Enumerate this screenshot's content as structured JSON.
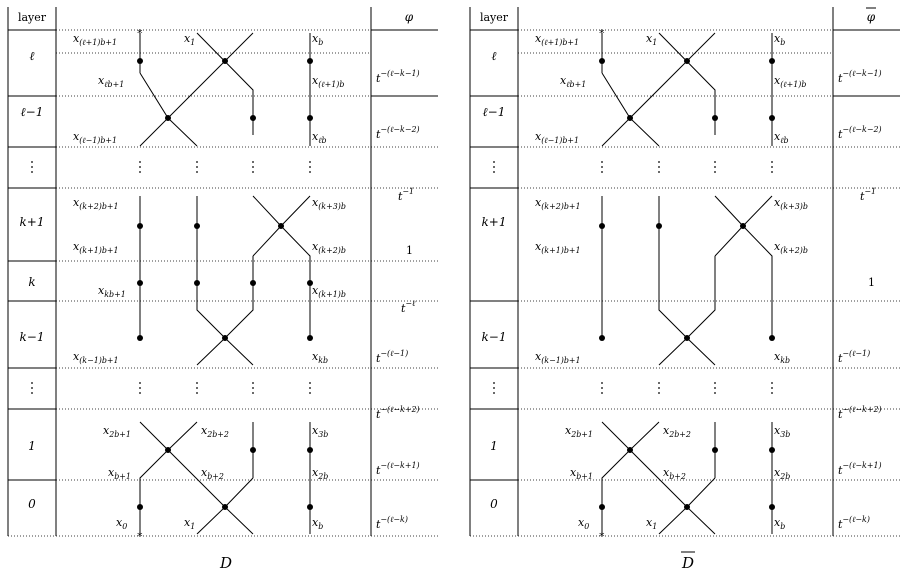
{
  "headers": {
    "layer": "layer",
    "phi": "φ",
    "phibar": "φ"
  },
  "captions": {
    "left": "D",
    "right": "D"
  },
  "layers_left": [
    "ℓ",
    "ℓ−1",
    "⋮",
    "k+1",
    "k",
    "k−1",
    "⋮",
    "1",
    "0"
  ],
  "layers_right": [
    "ℓ",
    "ℓ−1",
    "⋮",
    "k+1",
    "",
    "k−1",
    "⋮",
    "1",
    "0"
  ],
  "phi_left": [
    {
      "base": "t",
      "sup": "−(ℓ−k−1)"
    },
    {
      "base": "t",
      "sup": "−(ℓ−k−2)"
    },
    {
      "base": "t",
      "sup": "−1"
    },
    {
      "base": "1",
      "sup": ""
    },
    {
      "base": "t",
      "sup": "−ℓ"
    },
    {
      "base": "t",
      "sup": "−(ℓ−1)"
    },
    {
      "base": "t",
      "sup": "−(ℓ−k+2)"
    },
    {
      "base": "t",
      "sup": "−(ℓ−k+1)"
    },
    {
      "base": "t",
      "sup": "−(ℓ−k)"
    }
  ],
  "phi_right": [
    {
      "base": "t",
      "sup": "−(ℓ−k−1)"
    },
    {
      "base": "t",
      "sup": "−(ℓ−k−2)"
    },
    {
      "base": "t",
      "sup": "−1"
    },
    {
      "base": "1",
      "sup": ""
    },
    {
      "base": "t",
      "sup": "−(ℓ−1)"
    },
    {
      "base": "t",
      "sup": "−(ℓ−k+2)"
    },
    {
      "base": "t",
      "sup": "−(ℓ−k+1)"
    },
    {
      "base": "t",
      "sup": "−(ℓ−k)"
    }
  ],
  "labels": {
    "top_left": {
      "base": "x",
      "sub": "(ℓ+1)b+1"
    },
    "x1_top": {
      "base": "x",
      "sub": "1"
    },
    "xb_top": {
      "base": "x",
      "sub": "b"
    },
    "xlb1": {
      "base": "x",
      "sub": "ℓb+1"
    },
    "xl1b": {
      "base": "x",
      "sub": "(ℓ+1)b"
    },
    "xlm1": {
      "base": "x",
      "sub": "(ℓ−1)b+1"
    },
    "xlb": {
      "base": "x",
      "sub": "ℓb"
    },
    "xk2b1": {
      "base": "x",
      "sub": "(k+2)b+1"
    },
    "xk3b": {
      "base": "x",
      "sub": "(k+3)b"
    },
    "xk1b1": {
      "base": "x",
      "sub": "(k+1)b+1"
    },
    "xk2b": {
      "base": "x",
      "sub": "(k+2)b"
    },
    "xkb1": {
      "base": "x",
      "sub": "kb+1"
    },
    "xk1b": {
      "base": "x",
      "sub": "(k+1)b"
    },
    "xkm1b1": {
      "base": "x",
      "sub": "(k−1)b+1"
    },
    "xkb": {
      "base": "x",
      "sub": "kb"
    },
    "x2b1": {
      "base": "x",
      "sub": "2b+1"
    },
    "x2b2": {
      "base": "x",
      "sub": "2b+2"
    },
    "x3b": {
      "base": "x",
      "sub": "3b"
    },
    "xb1": {
      "base": "x",
      "sub": "b+1"
    },
    "xb2": {
      "base": "x",
      "sub": "b+2"
    },
    "x2b": {
      "base": "x",
      "sub": "2b"
    },
    "x0": {
      "base": "x",
      "sub": "0"
    },
    "x1_bot": {
      "base": "x",
      "sub": "1"
    },
    "xb_bot": {
      "base": "x",
      "sub": "b"
    }
  }
}
